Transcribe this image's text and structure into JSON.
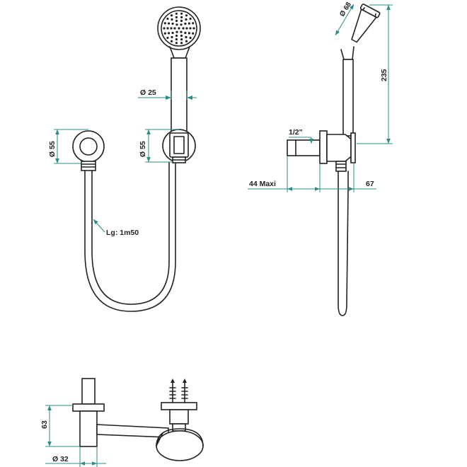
{
  "dimensions": {
    "head_diameter": "Ø 68",
    "height_235": "235",
    "diameter_25": "Ø 25",
    "diameter_55_left": "Ø 55",
    "diameter_55_right": "Ø 55",
    "thread_half_inch": "1/2\"",
    "depth_44": "44 Maxi",
    "depth_67": "67",
    "hose_length": "Lg: 1m50",
    "height_63": "63",
    "diameter_32": "Ø 32"
  },
  "colors": {
    "dimension_line": "#2a8c86",
    "part_line": "#222222"
  }
}
